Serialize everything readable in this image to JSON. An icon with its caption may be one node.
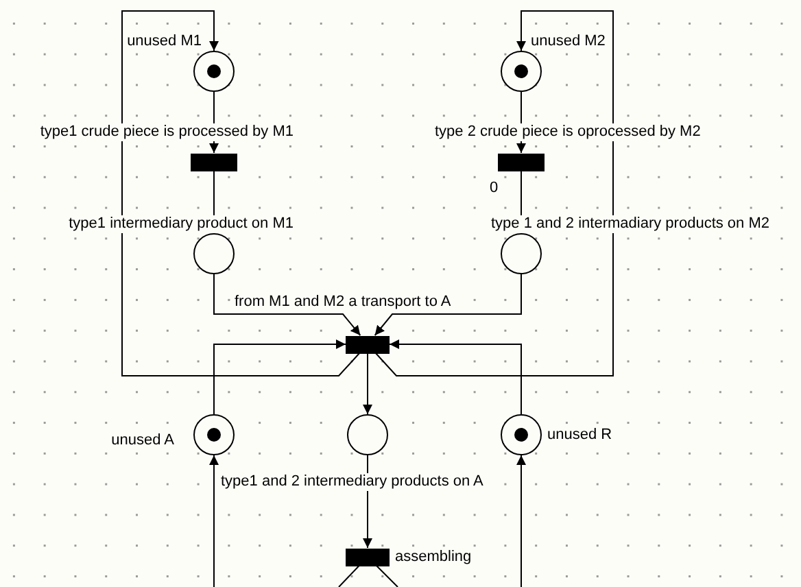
{
  "diagram": {
    "nodes": [
      {
        "text": [],
        "shape": "circle",
        "beside": [
          "unused M1"
        ]
      },
      {
        "text": [],
        "shape": "circle",
        "beside": [
          "unused M2"
        ]
      },
      {
        "text": [],
        "shape": "bar",
        "beside": [
          "type1 crude piece is processed by M1"
        ]
      },
      {
        "text": [],
        "shape": "bar",
        "beside": [
          "type 2 crude piece is oprocessed by M2",
          "0"
        ]
      },
      {
        "text": [],
        "shape": "circle",
        "beside": [
          "type1 intermediary product on M1"
        ]
      },
      {
        "text": [],
        "shape": "circle",
        "beside": [
          "type 1 and 2 intermadiary products on M2"
        ]
      },
      {
        "text": [],
        "shape": "bar",
        "beside": [
          "from M1 and M2 a transport to A"
        ]
      },
      {
        "text": [],
        "shape": "circle",
        "beside": [
          "unused A"
        ]
      },
      {
        "text": [],
        "shape": "circle",
        "beside": [
          "type1 and 2 intermediary products on A"
        ]
      },
      {
        "text": [],
        "shape": "circle",
        "beside": [
          "unused R"
        ]
      },
      {
        "text": [],
        "shape": "bar",
        "beside": [
          "assembling"
        ]
      }
    ],
    "edges": [
      {
        "from": 6,
        "to": 0,
        "arrow": "to"
      },
      {
        "from": 6,
        "to": 1,
        "arrow": "to"
      },
      {
        "from": 0,
        "to": 2,
        "arrow": "to"
      },
      {
        "from": 1,
        "to": 3,
        "arrow": "to"
      },
      {
        "from": 2,
        "to": 4,
        "arrow": "to"
      },
      {
        "from": 3,
        "to": 5,
        "arrow": "to"
      },
      {
        "from": 4,
        "to": 6,
        "arrow": "to"
      },
      {
        "from": 5,
        "to": 6,
        "arrow": "to"
      },
      {
        "from": 7,
        "to": 6,
        "arrow": "to"
      },
      {
        "from": 9,
        "to": 6,
        "arrow": "to"
      },
      {
        "from": 6,
        "to": 8,
        "arrow": "to"
      },
      {
        "from": 8,
        "to": 10,
        "arrow": "to"
      },
      {
        "from": 10,
        "to": null,
        "arrow": "none"
      },
      {
        "from": 10,
        "to": null,
        "arrow": "none"
      },
      {
        "from": null,
        "to": 7,
        "arrow": "to"
      },
      {
        "from": null,
        "to": 9,
        "arrow": "to"
      }
    ]
  }
}
